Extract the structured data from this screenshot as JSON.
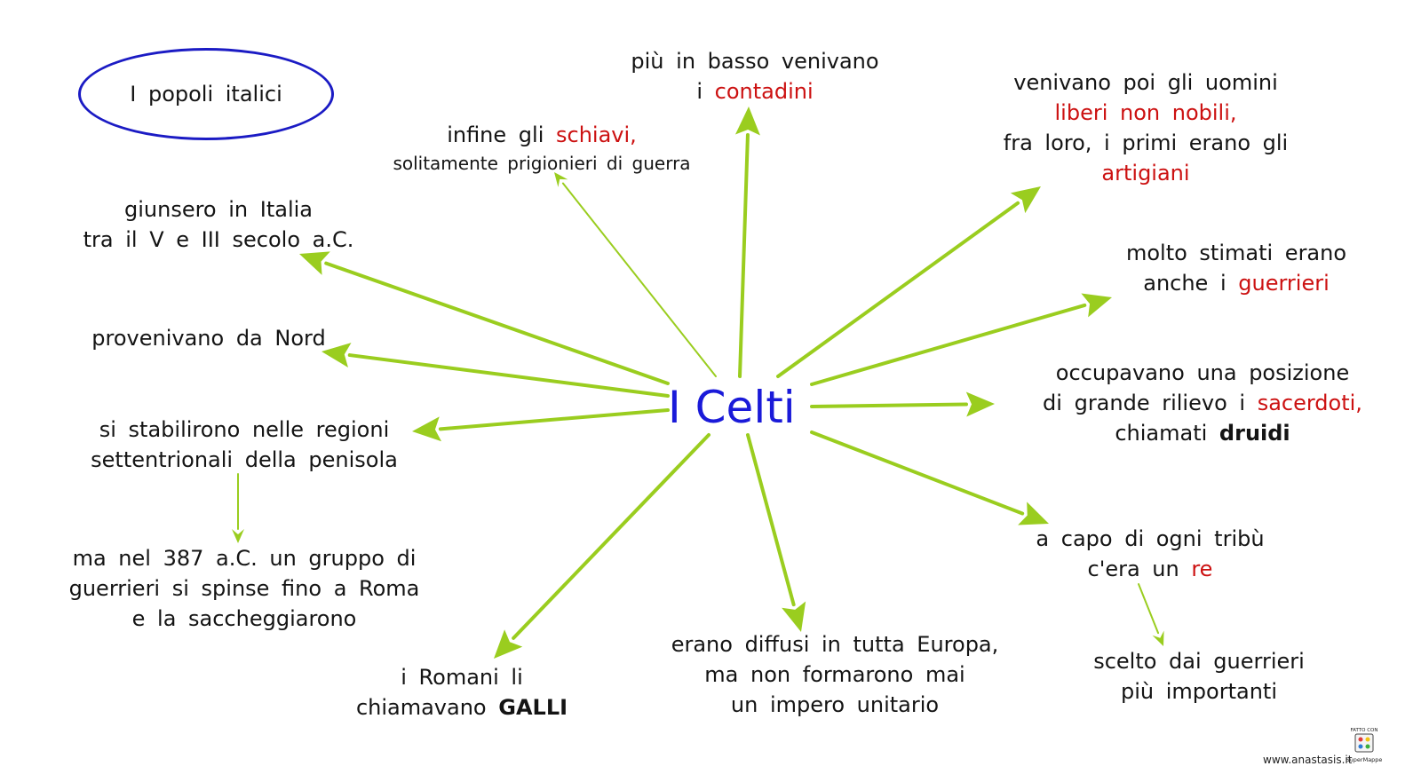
{
  "back_button": {
    "label": "I popoli italici"
  },
  "center": {
    "label": "I Celti"
  },
  "nodes": {
    "contadini": [
      [
        {
          "t": "più in basso venivano"
        }
      ],
      [
        {
          "t": "i "
        },
        {
          "t": "contadini",
          "c": "red"
        }
      ]
    ],
    "schiavi": [
      [
        {
          "t": "infine gli "
        },
        {
          "t": "schiavi,",
          "c": "red"
        }
      ],
      [
        {
          "t": "solitamente prigionieri di guerra",
          "c": "small"
        }
      ]
    ],
    "liberi": [
      [
        {
          "t": "venivano poi gli uomini"
        }
      ],
      [
        {
          "t": "liberi non nobili,",
          "c": "red"
        }
      ],
      [
        {
          "t": "fra loro, i primi erano gli"
        }
      ],
      [
        {
          "t": "artigiani",
          "c": "red"
        }
      ]
    ],
    "italia": [
      [
        {
          "t": "giunsero in Italia"
        }
      ],
      [
        {
          "t": "tra il V e III secolo a.C."
        }
      ]
    ],
    "guerrieri": [
      [
        {
          "t": "molto stimati erano"
        }
      ],
      [
        {
          "t": "anche i "
        },
        {
          "t": "guerrieri",
          "c": "red"
        }
      ]
    ],
    "nord": [
      [
        {
          "t": "provenivano da Nord"
        }
      ]
    ],
    "sacerdoti": [
      [
        {
          "t": "occupavano una posizione"
        }
      ],
      [
        {
          "t": "di grande rilievo i "
        },
        {
          "t": "sacerdoti,",
          "c": "red"
        }
      ],
      [
        {
          "t": "chiamati "
        },
        {
          "t": "druidi",
          "c": "bold"
        }
      ]
    ],
    "regioni": [
      [
        {
          "t": "si stabilirono nelle regioni"
        }
      ],
      [
        {
          "t": "settentrionali della penisola"
        }
      ]
    ],
    "roma": [
      [
        {
          "t": "ma nel 387 a.C. un gruppo di"
        }
      ],
      [
        {
          "t": "guerrieri si spinse fino a Roma"
        }
      ],
      [
        {
          "t": "e la saccheggiarono"
        }
      ]
    ],
    "re": [
      [
        {
          "t": "a capo di ogni tribù"
        }
      ],
      [
        {
          "t": "c'era un "
        },
        {
          "t": "re",
          "c": "red"
        }
      ]
    ],
    "scelto": [
      [
        {
          "t": "scelto dai guerrieri"
        }
      ],
      [
        {
          "t": "più importanti"
        }
      ]
    ],
    "galli": [
      [
        {
          "t": "i Romani li"
        }
      ],
      [
        {
          "t": "chiamavano "
        },
        {
          "t": "GALLI",
          "c": "bold"
        }
      ]
    ],
    "europa": [
      [
        {
          "t": "erano diffusi in tutta Europa,"
        }
      ],
      [
        {
          "t": "ma non formarono mai"
        }
      ],
      [
        {
          "t": "un impero unitario"
        }
      ]
    ]
  },
  "footer": {
    "site": "www.anastasis.it"
  },
  "logo": {
    "top_text": "FATTO CON",
    "bottom_text": "SuperMappe"
  },
  "colors": {
    "arrow": "#9acd1f",
    "center_text": "#1a1ad9",
    "oval": "#1b1bc4",
    "highlight": "#cc1111"
  }
}
